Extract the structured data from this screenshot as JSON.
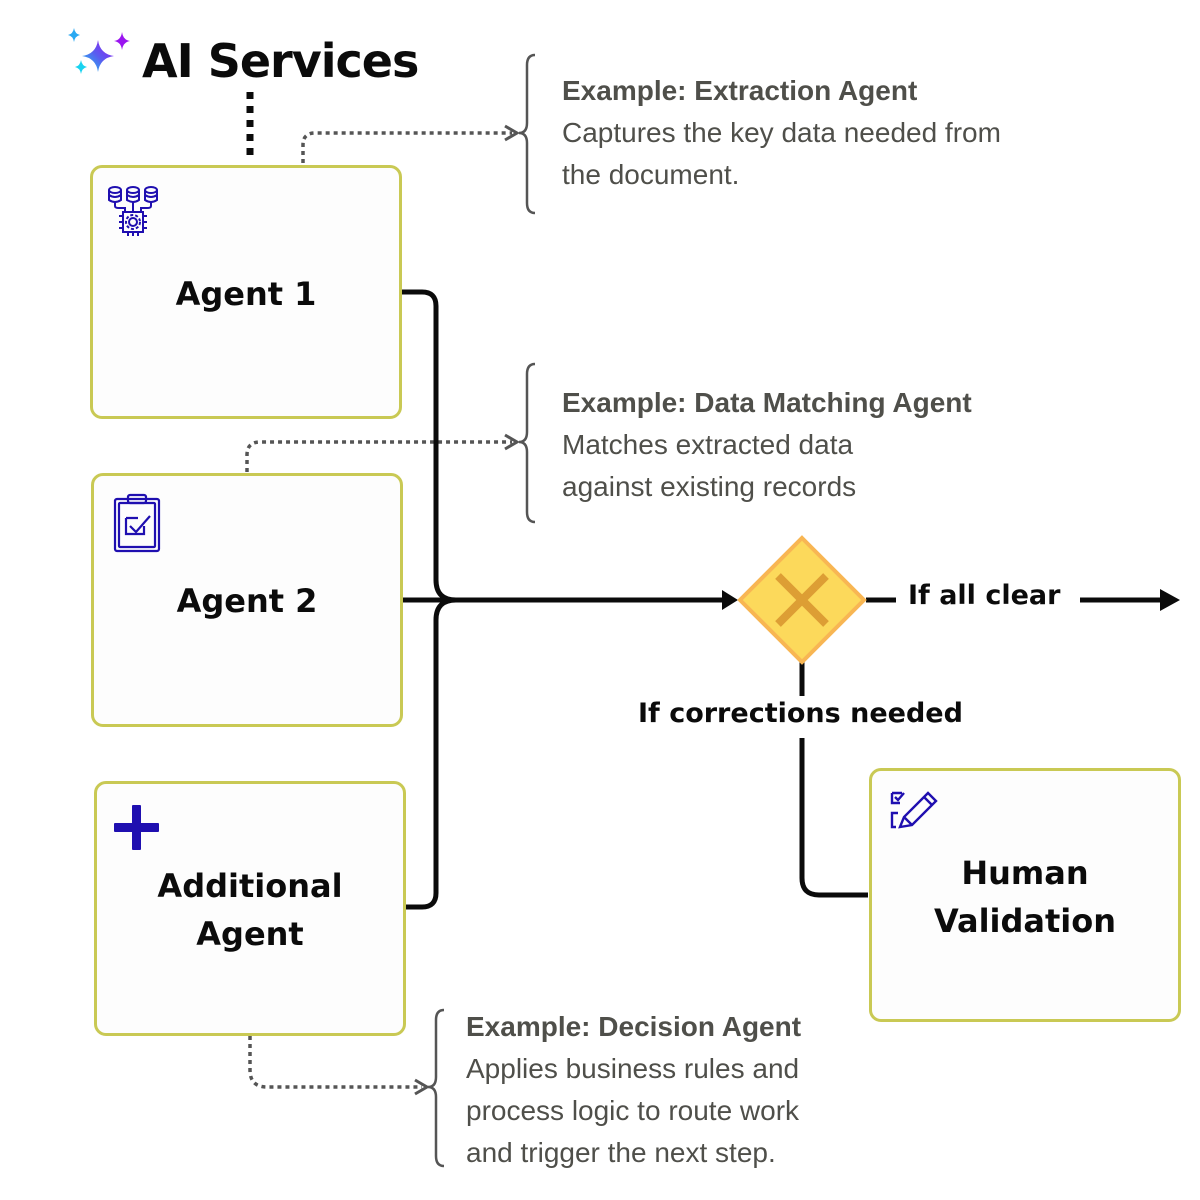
{
  "header": {
    "title": "AI Services",
    "icon": "sparkles-icon"
  },
  "agents": [
    {
      "label": "Agent 1",
      "icon": "database-chip-icon"
    },
    {
      "label": "Agent 2",
      "icon": "clipboard-check-icon"
    },
    {
      "label": "Additional Agent",
      "icon": "plus-icon"
    }
  ],
  "human": {
    "label": "Human Validation",
    "icon": "checklist-pencil-icon"
  },
  "notes": [
    {
      "heading": "Example: Extraction Agent",
      "lines": [
        "Captures the key data needed from",
        "the document."
      ]
    },
    {
      "heading": "Example: Data Matching Agent",
      "lines": [
        "Matches extracted data",
        "against existing records"
      ]
    },
    {
      "heading": "Example: Decision Agent",
      "lines": [
        "Applies business rules and",
        "process logic to route work",
        "and trigger the next step."
      ]
    }
  ],
  "gateway": {
    "icon": "exclusive-gateway-x-icon",
    "fill": "#fcd95b",
    "stroke": "#f8b653",
    "mark": "#e0a03a"
  },
  "flows": {
    "clear_label": "If all clear",
    "corrections_label": "If corrections needed"
  },
  "colors": {
    "box_border": "#c9c954",
    "icon": "#1f0fb0",
    "note_text": "#4f4f4a"
  }
}
